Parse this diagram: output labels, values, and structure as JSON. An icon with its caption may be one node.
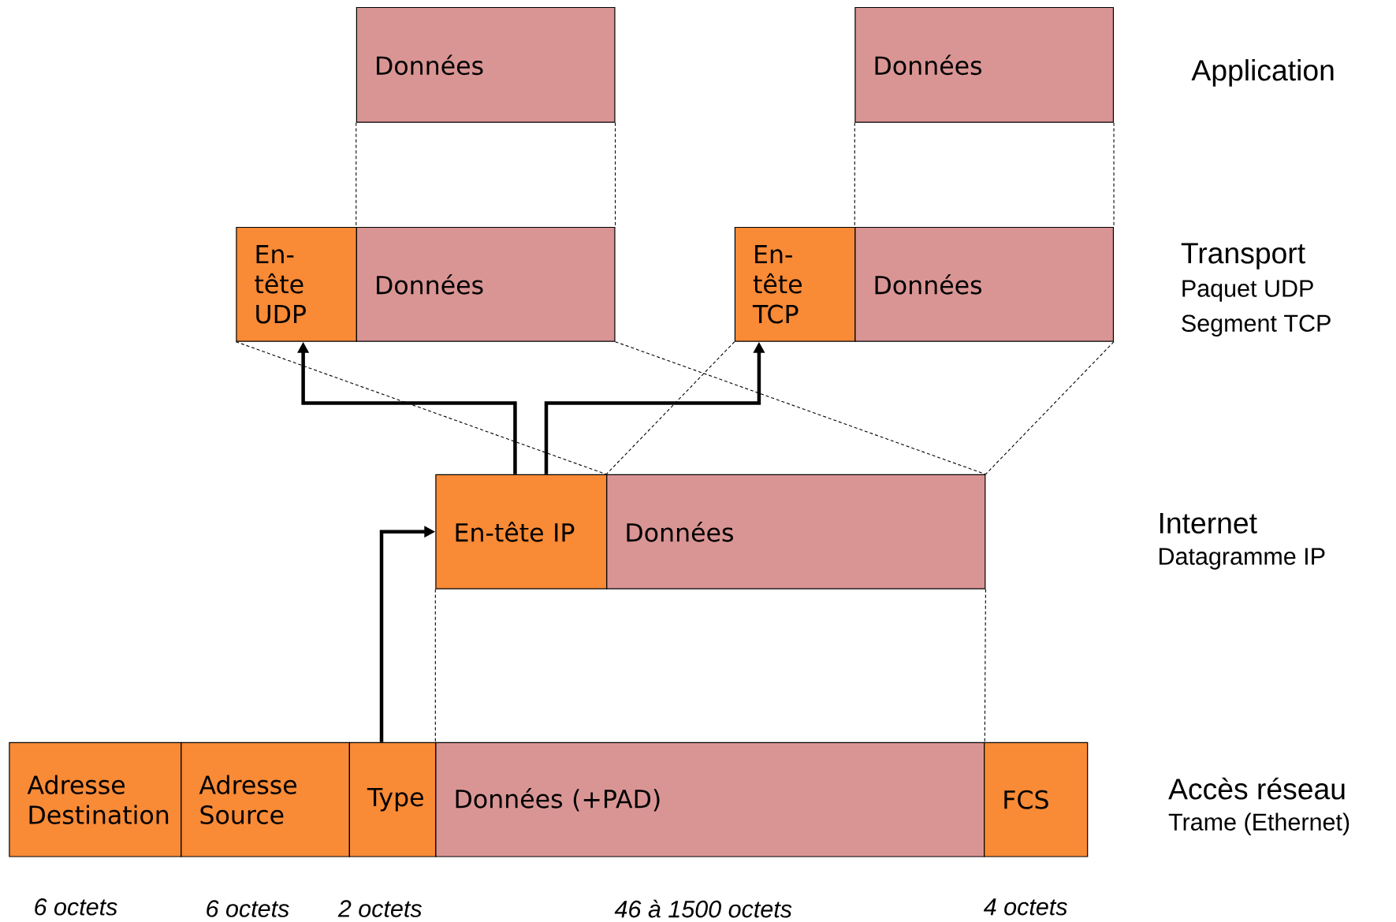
{
  "diagram": {
    "nodes": [
      {
        "text": [
          "Données"
        ]
      },
      {
        "text": [
          "Données"
        ]
      },
      {
        "text": [
          "En-tête UDP"
        ]
      },
      {
        "text": [
          "Données"
        ]
      },
      {
        "text": [
          "En-tête TCP"
        ]
      },
      {
        "text": [
          "Données"
        ]
      },
      {
        "text": [
          "En-tête IP"
        ]
      },
      {
        "text": [
          "Données"
        ]
      },
      {
        "text": [
          "Adresse Destination"
        ]
      },
      {
        "text": [
          "Adresse Source"
        ]
      },
      {
        "text": [
          "Type"
        ]
      },
      {
        "text": [
          "Données (+PAD)"
        ]
      },
      {
        "text": [
          "FCS"
        ]
      }
    ],
    "edges": [
      {
        "from": 0,
        "to": 3,
        "arrow": "none",
        "style": "dashed"
      },
      {
        "from": 0,
        "to": 3,
        "arrow": "none",
        "style": "dashed"
      },
      {
        "from": 1,
        "to": 5,
        "arrow": "none",
        "style": "dashed"
      },
      {
        "from": 1,
        "to": 5,
        "arrow": "none",
        "style": "dashed"
      },
      {
        "from": 2,
        "to": 7,
        "arrow": "none",
        "style": "dashed"
      },
      {
        "from": 3,
        "to": 7,
        "arrow": "none",
        "style": "dashed"
      },
      {
        "from": 4,
        "to": 7,
        "arrow": "none",
        "style": "dashed"
      },
      {
        "from": 5,
        "to": 7,
        "arrow": "none",
        "style": "dashed"
      },
      {
        "from": 6,
        "to": 11,
        "arrow": "none",
        "style": "dashed"
      },
      {
        "from": 7,
        "to": 11,
        "arrow": "none",
        "style": "dashed"
      },
      {
        "from": 10,
        "to": 6,
        "arrow": "to",
        "style": "thick"
      },
      {
        "from": 6,
        "to": 2,
        "arrow": "to",
        "style": "thick"
      },
      {
        "from": 6,
        "to": 4,
        "arrow": "to",
        "style": "thick"
      }
    ],
    "labels": [
      "Application",
      "Transport",
      "Paquet UDP",
      "Segment TCP",
      "Internet",
      "Datagramme IP",
      "Accès réseau",
      "Trame (Ethernet)",
      "6 octets",
      "6 octets",
      "2 octets",
      "46 à 1500 octets",
      "4 octets"
    ]
  }
}
